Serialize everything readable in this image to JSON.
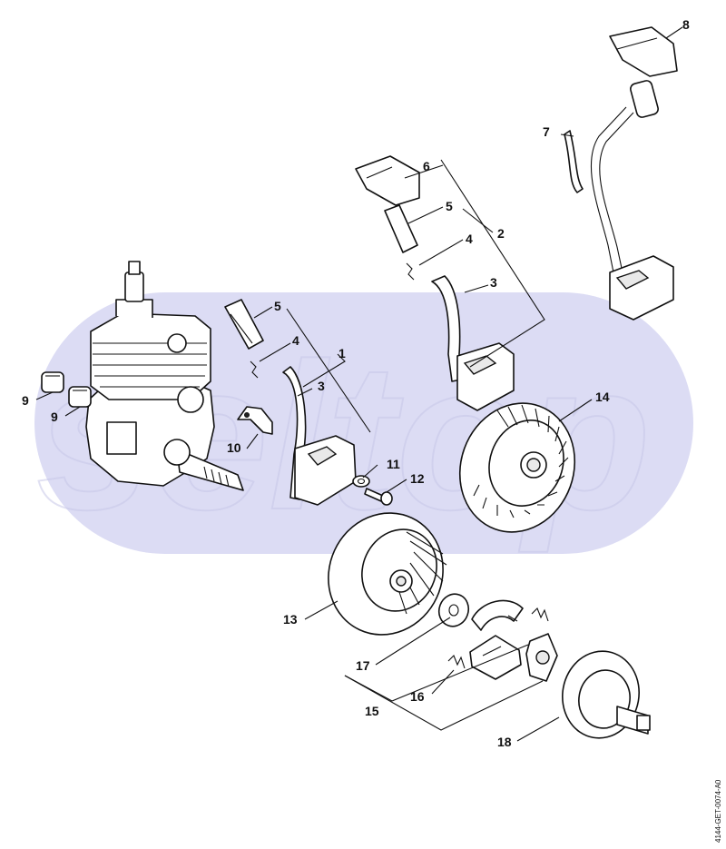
{
  "callouts": [
    {
      "n": "1"
    },
    {
      "n": "2"
    },
    {
      "n": "3"
    },
    {
      "n": "3"
    },
    {
      "n": "4"
    },
    {
      "n": "4"
    },
    {
      "n": "5"
    },
    {
      "n": "5"
    },
    {
      "n": "6"
    },
    {
      "n": "7"
    },
    {
      "n": "8"
    },
    {
      "n": "9"
    },
    {
      "n": "9"
    },
    {
      "n": "10"
    },
    {
      "n": "11"
    },
    {
      "n": "12"
    },
    {
      "n": "13"
    },
    {
      "n": "14"
    },
    {
      "n": "15"
    },
    {
      "n": "16"
    },
    {
      "n": "17"
    },
    {
      "n": "18"
    }
  ],
  "drawing_code": "4144-GET-0074-A0",
  "watermark": "seltop",
  "colors": {
    "band": "#dcdcf4",
    "line": "#111111",
    "background": "#ffffff"
  }
}
